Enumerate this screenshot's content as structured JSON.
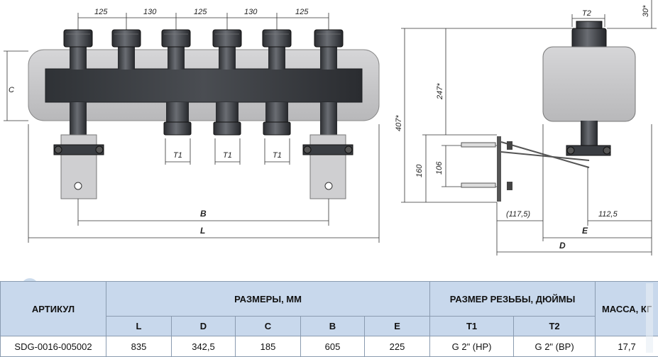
{
  "drawing": {
    "top_dims": [
      "125",
      "130",
      "125",
      "130",
      "125"
    ],
    "left_dim": "C",
    "thread_labels": [
      "T1",
      "T1",
      "T1"
    ],
    "b_label": "B",
    "l_label": "L",
    "side_t2": "T2",
    "side_30": "30*",
    "side_407": "407*",
    "side_247": "247*",
    "side_160": "160",
    "side_106": "106",
    "side_1175": "(117,5)",
    "side_1125": "112,5",
    "side_e": "E",
    "side_d": "D"
  },
  "table": {
    "col_article": "АРТИКУЛ",
    "col_dims": "РАЗМЕРЫ, ММ",
    "col_thread": "РАЗМЕР РЕЗЬБЫ, ДЮЙМЫ",
    "col_mass": "МАССА, КГ",
    "sub": [
      "L",
      "D",
      "C",
      "B",
      "E",
      "T1",
      "T2"
    ],
    "row": {
      "article": "SDG-0016-005002",
      "L": "835",
      "D": "342,5",
      "C": "185",
      "B": "605",
      "E": "225",
      "T1": "G 2\" (НР)",
      "T2": "G 2\" (ВР)",
      "mass": "17,7"
    }
  },
  "colors": {
    "header_bg": "#c8d8ec",
    "border": "#8a9bb0",
    "metal": "#3c3f44",
    "shell": "#c9c9cb"
  }
}
